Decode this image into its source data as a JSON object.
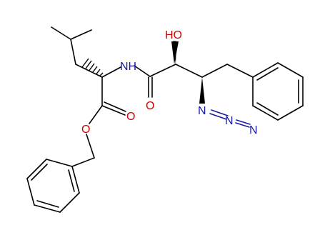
{
  "atoms": {
    "nh": "NH",
    "oh": "HO",
    "amide_o": "O",
    "ester_carbonyl_o": "O",
    "ester_o": "O",
    "azide_n1": "N",
    "azide_n2": "N",
    "azide_n3": "N"
  },
  "colors": {
    "bond": "#000000",
    "nitrogen": "#1a1aa6",
    "oxygen": "#d40000"
  }
}
